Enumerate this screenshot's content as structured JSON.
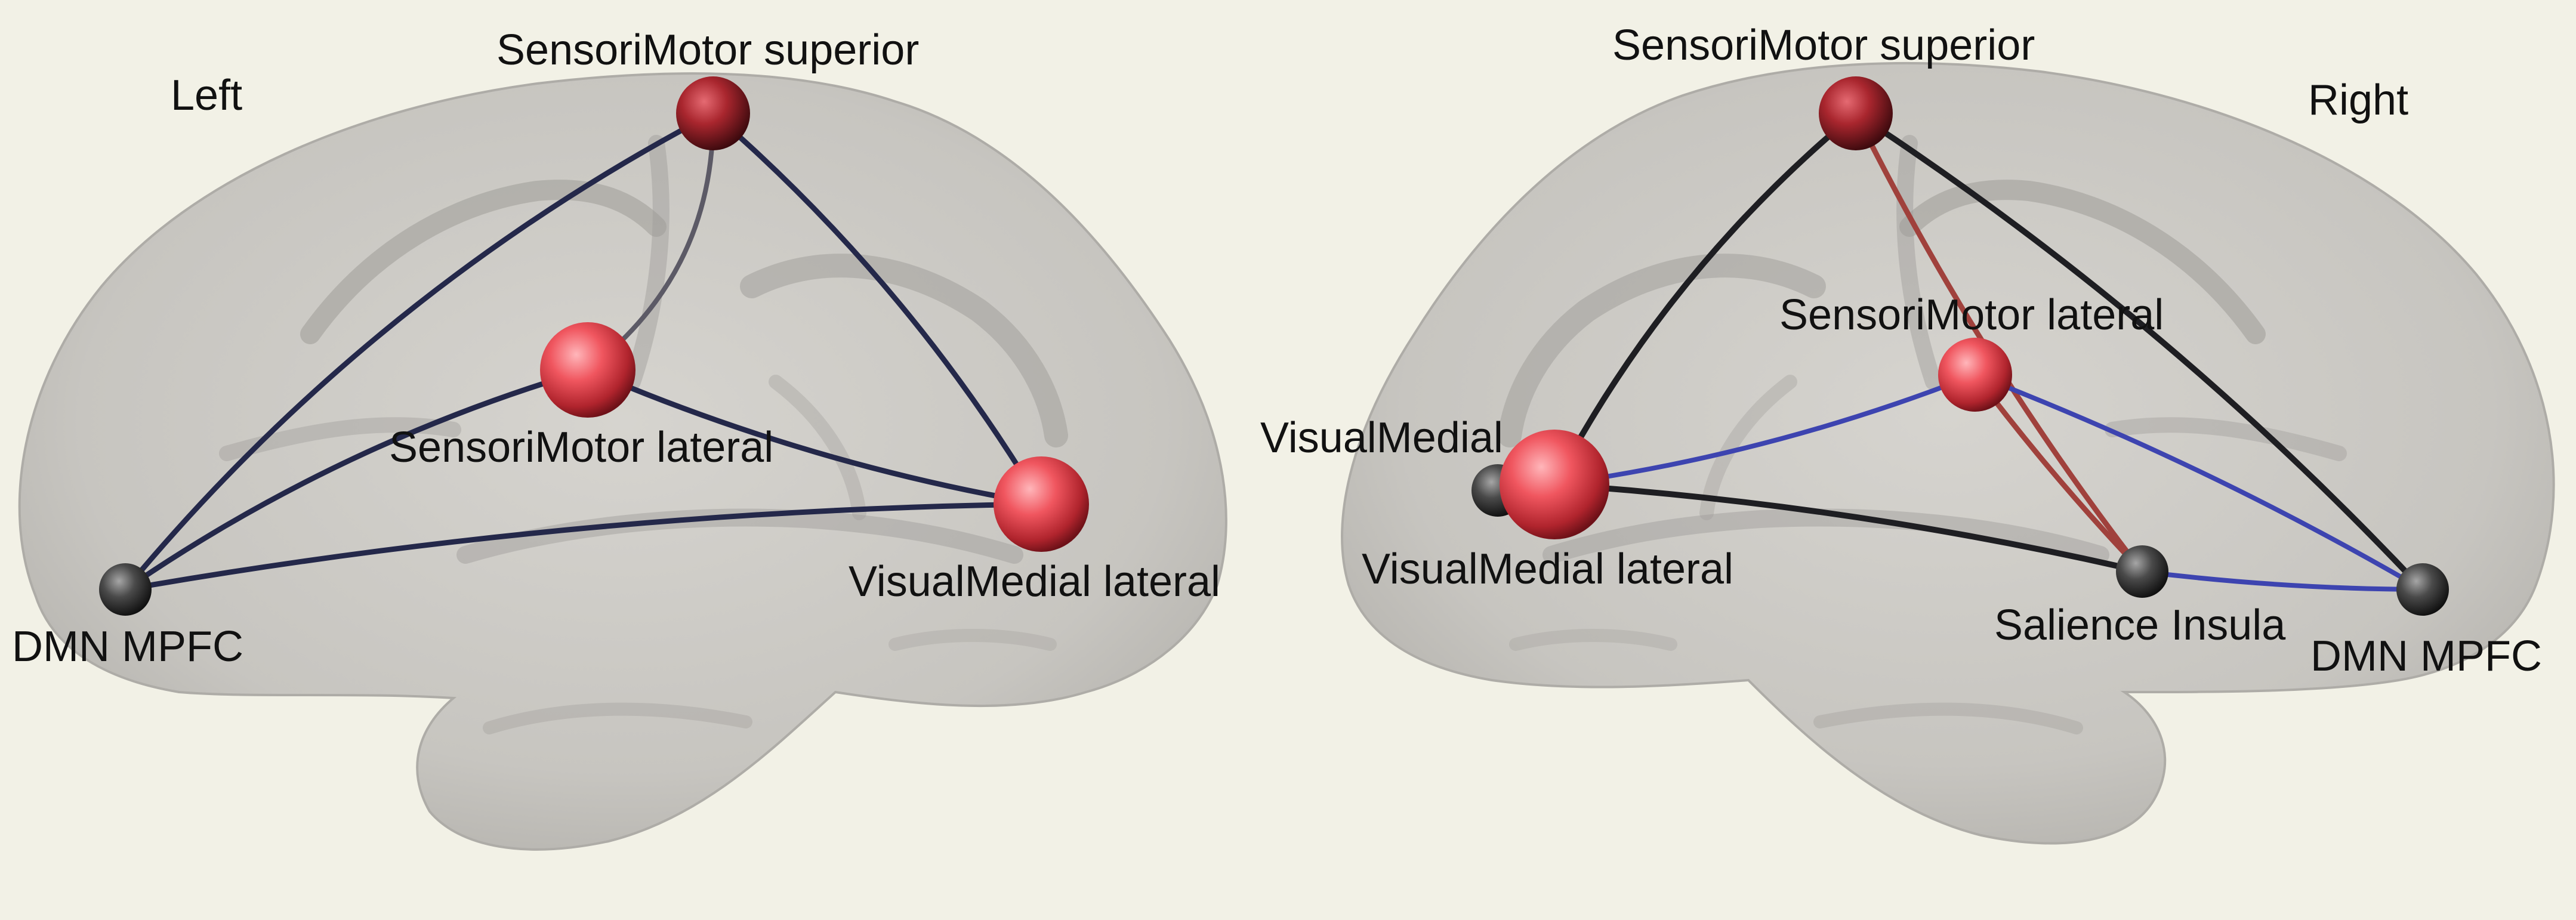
{
  "colors": {
    "background": "#f2f1e6",
    "brain_fill": "#c8c6c1",
    "sulcus": "#9e9c98",
    "edge_negative": "#24284a",
    "edge_blue": "#3d44b0",
    "edge_red": "#a0413c",
    "edge_dark": "#1e1e22",
    "node_red": "#e8434f",
    "node_gray": "#3c3c3c"
  },
  "hemispheres": [
    {
      "id": "left",
      "side_label": "Left",
      "nodes": [
        {
          "id": "sm_sup",
          "label": "SensoriMotor superior",
          "color": "red",
          "size": "small"
        },
        {
          "id": "sm_lat",
          "label": "SensoriMotor lateral",
          "color": "red",
          "size": "medium"
        },
        {
          "id": "vm_lat",
          "label": "VisualMedial lateral",
          "color": "red",
          "size": "medium"
        },
        {
          "id": "dmn_mpfc",
          "label": "DMN MPFC",
          "color": "gray",
          "size": "small"
        }
      ],
      "edges": [
        {
          "from": "sm_sup",
          "to": "dmn_mpfc",
          "tone": "dark-blue"
        },
        {
          "from": "sm_sup",
          "to": "sm_lat",
          "tone": "gray"
        },
        {
          "from": "sm_sup",
          "to": "vm_lat",
          "tone": "dark-blue"
        },
        {
          "from": "sm_lat",
          "to": "dmn_mpfc",
          "tone": "dark-blue"
        },
        {
          "from": "sm_lat",
          "to": "vm_lat",
          "tone": "dark-blue"
        },
        {
          "from": "dmn_mpfc",
          "to": "vm_lat",
          "tone": "dark-blue"
        }
      ]
    },
    {
      "id": "right",
      "side_label": "Right",
      "nodes": [
        {
          "id": "sm_sup",
          "label": "SensoriMotor superior",
          "color": "red",
          "size": "small"
        },
        {
          "id": "sm_lat",
          "label": "SensoriMotor lateral",
          "color": "red",
          "size": "small"
        },
        {
          "id": "vm",
          "label": "VisualMedial",
          "color": "gray",
          "size": "small"
        },
        {
          "id": "vm_lat",
          "label": "VisualMedial lateral",
          "color": "red",
          "size": "large"
        },
        {
          "id": "sal_ins",
          "label": "Salience Insula",
          "color": "gray",
          "size": "small"
        },
        {
          "id": "dmn_mpfc",
          "label": "DMN MPFC",
          "color": "gray",
          "size": "small"
        }
      ],
      "edges": [
        {
          "from": "sm_sup",
          "to": "vm_lat",
          "tone": "dark"
        },
        {
          "from": "sm_sup",
          "to": "sal_ins",
          "tone": "red"
        },
        {
          "from": "sm_sup",
          "to": "dmn_mpfc",
          "tone": "dark"
        },
        {
          "from": "vm_lat",
          "to": "sm_lat",
          "tone": "blue"
        },
        {
          "from": "vm_lat",
          "to": "sal_ins",
          "tone": "dark"
        },
        {
          "from": "sm_lat",
          "to": "sal_ins",
          "tone": "red"
        },
        {
          "from": "sm_lat",
          "to": "dmn_mpfc",
          "tone": "blue"
        },
        {
          "from": "sal_ins",
          "to": "dmn_mpfc",
          "tone": "blue"
        }
      ]
    }
  ]
}
